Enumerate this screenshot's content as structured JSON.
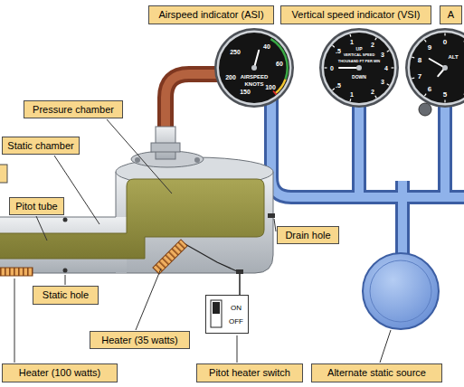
{
  "diagram": {
    "nodes": [
      {
        "text": [
          "Airspeed indicator (ASI)"
        ]
      },
      {
        "text": [
          "Vertical speed indicator (VSI)"
        ]
      },
      {
        "text": [
          "A"
        ]
      },
      {
        "text": [
          "250",
          "200",
          "150",
          "100",
          "60",
          "40",
          "AIRSPEED",
          "KNOTS"
        ]
      },
      {
        "text": [
          "UP",
          "VERTICAL SPEED",
          "THOUSAND FT PER MIN",
          "DOWN",
          "0",
          ".5",
          "1",
          "2",
          "3",
          "4",
          "3",
          "2",
          "1",
          ".5"
        ]
      },
      {
        "text": [
          "0",
          "9",
          "8",
          "7",
          "6",
          "5",
          "ALT"
        ]
      },
      {
        "text": [
          "Pressure chamber"
        ]
      },
      {
        "text": [
          "Static chamber"
        ]
      },
      {
        "text": [
          "Pitot tube"
        ]
      },
      {
        "text": [
          "Drain hole"
        ]
      },
      {
        "text": [
          "Static hole"
        ]
      },
      {
        "text": [
          "ON",
          "OFF"
        ]
      },
      {
        "text": [
          "Heater (35 watts)"
        ]
      },
      {
        "text": [
          "Heater (100 watts)"
        ]
      },
      {
        "text": [
          "Pitot heater switch"
        ]
      },
      {
        "text": [
          "Alternate static source"
        ]
      }
    ]
  }
}
